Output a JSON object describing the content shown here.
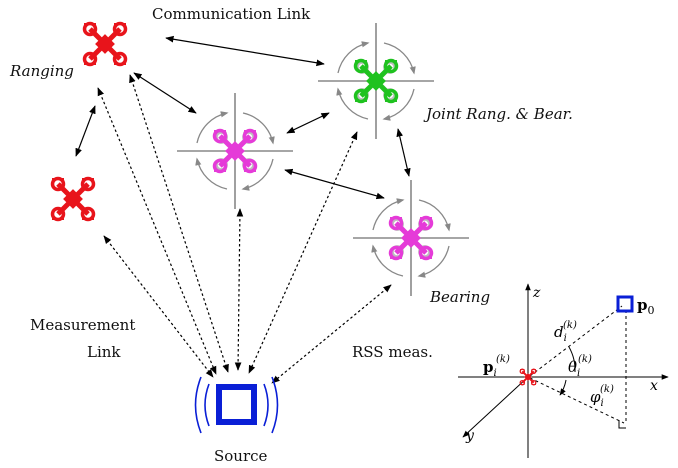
{
  "labels": {
    "communication_link": "Communication Link",
    "ranging": "Ranging",
    "joint": "Joint Rang. & Bear.",
    "bearing": "Bearing",
    "measurement_1": "Measurement",
    "measurement_2": "Link",
    "rss": "RSS meas.",
    "source": "Source"
  },
  "math": {
    "z": "z",
    "x": "x",
    "y": "y",
    "p0_base": "p",
    "p0_sub": "0",
    "pi_base": "p",
    "pi_sub": "i",
    "pi_sup": "(k)",
    "d_base": "d",
    "d_sub": "i",
    "d_sup": "(k)",
    "theta_base": "θ",
    "theta_sub": "i",
    "theta_sup": "(k)",
    "phi_base": "φ",
    "phi_sub": "i",
    "phi_sup": "(k)"
  },
  "colors": {
    "ranging_drone": "#e8141b",
    "bearing_drone": "#e53bd8",
    "joint_drone": "#1fc21f",
    "source": "#0a1fd6",
    "ring": "#888888"
  }
}
